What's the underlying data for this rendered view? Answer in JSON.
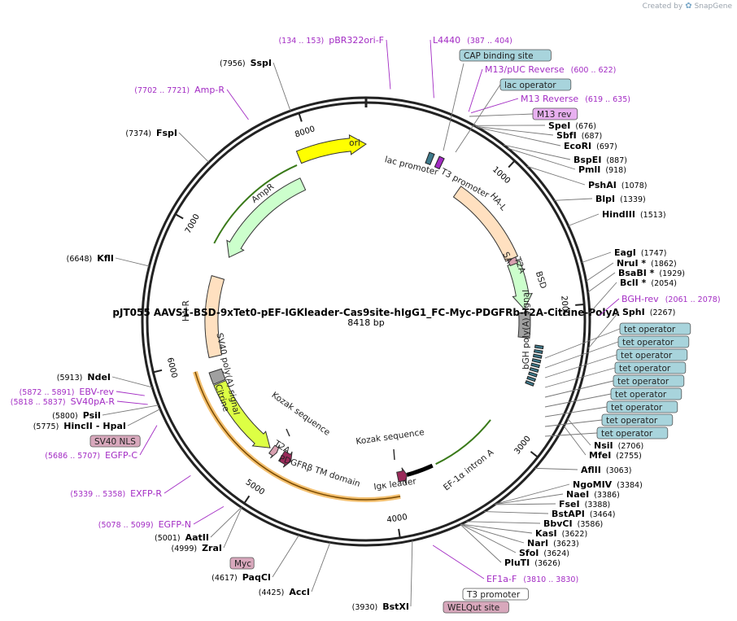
{
  "credit": {
    "prefix": "Created by",
    "brand": "SnapGene"
  },
  "map": {
    "name": "pJT055 AAVS1-BSD-9xTet0-pEF-IGKleader-Cas9site-hIgG1_FC-Myc-PDGFRb-T2A-Citrine-PolyA",
    "length_label": "8418 bp",
    "length": 8418
  },
  "ticks": [
    {
      "bp": 1000,
      "label": "1000"
    },
    {
      "bp": 2000,
      "label": "2000"
    },
    {
      "bp": 3000,
      "label": "3000"
    },
    {
      "bp": 4000,
      "label": "4000"
    },
    {
      "bp": 5000,
      "label": "5000"
    },
    {
      "bp": 6000,
      "label": "6000"
    },
    {
      "bp": 7000,
      "label": "7000"
    },
    {
      "bp": 8000,
      "label": "8000"
    }
  ],
  "sites_right": [
    {
      "name": "SpeI",
      "pos": "(676)"
    },
    {
      "name": "SbfI",
      "pos": "(687)"
    },
    {
      "name": "EcoRI",
      "pos": "(697)"
    },
    {
      "name": "BspEI",
      "pos": "(887)"
    },
    {
      "name": "PmlI",
      "pos": "(918)"
    },
    {
      "name": "PshAI",
      "pos": "(1078)"
    },
    {
      "name": "BlpI",
      "pos": "(1339)"
    },
    {
      "name": "HindIII",
      "pos": "(1513)"
    },
    {
      "name": "EagI",
      "pos": "(1747)"
    },
    {
      "name": "NruI *",
      "pos": "(1862)"
    },
    {
      "name": "BsaBI *",
      "pos": "(1929)"
    },
    {
      "name": "BclI *",
      "pos": "(2054)"
    },
    {
      "name": "SphI",
      "pos": "(2267)"
    },
    {
      "name": "NsiI",
      "pos": "(2706)"
    },
    {
      "name": "MfeI",
      "pos": "(2755)"
    },
    {
      "name": "AflII",
      "pos": "(3063)"
    },
    {
      "name": "NgoMIV",
      "pos": "(3384)"
    },
    {
      "name": "NaeI",
      "pos": "(3386)"
    },
    {
      "name": "FseI",
      "pos": "(3388)"
    },
    {
      "name": "BstAPI",
      "pos": "(3464)"
    },
    {
      "name": "BbvCI",
      "pos": "(3586)"
    },
    {
      "name": "KasI",
      "pos": "(3622)"
    },
    {
      "name": "NarI",
      "pos": "(3623)"
    },
    {
      "name": "SfoI",
      "pos": "(3624)"
    },
    {
      "name": "PluTI",
      "pos": "(3626)"
    }
  ],
  "sites_left": [
    {
      "name": "SspI",
      "pos": "(7956)"
    },
    {
      "name": "FspI",
      "pos": "(7374)"
    },
    {
      "name": "KflI",
      "pos": "(6648)"
    },
    {
      "name": "NdeI",
      "pos": "(5913)"
    },
    {
      "name": "PsiI",
      "pos": "(5800)"
    },
    {
      "name": "HincII - HpaI",
      "pos": "(5775)"
    },
    {
      "name": "AatII",
      "pos": "(5001)"
    },
    {
      "name": "ZraI",
      "pos": "(4999)"
    },
    {
      "name": "PaqCI",
      "pos": "(4617)"
    },
    {
      "name": "AccI",
      "pos": "(4425)"
    },
    {
      "name": "BstXI",
      "pos": "(3930)"
    }
  ],
  "primers": [
    {
      "name": "pBR322ori-F",
      "pos": "(134 .. 153)"
    },
    {
      "name": "L4440",
      "pos": "(387 .. 404)"
    },
    {
      "name": "M13/pUC Reverse",
      "pos": "(600 .. 622)"
    },
    {
      "name": "M13 Reverse",
      "pos": "(619 .. 635)"
    },
    {
      "name": "BGH-rev",
      "pos": "(2061 .. 2078)"
    },
    {
      "name": "EF1a-F",
      "pos": "(3810 .. 3830)"
    },
    {
      "name": "EGFP-N",
      "pos": "(5078 .. 5099)"
    },
    {
      "name": "EXFP-R",
      "pos": "(5339 .. 5358)"
    },
    {
      "name": "EGFP-C",
      "pos": "(5686 .. 5707)"
    },
    {
      "name": "SV40pA-R",
      "pos": "(5818 .. 5837)"
    },
    {
      "name": "EBV-rev",
      "pos": "(5872 .. 5891)"
    },
    {
      "name": "Amp-R",
      "pos": "(7702 .. 7721)"
    }
  ],
  "boxed_features": {
    "cap": "CAP binding site",
    "lac_op": "lac operator",
    "m13rev": "M13 rev",
    "tet_ops": [
      "tet operator",
      "tet operator",
      "tet operator",
      "tet operator",
      "tet operator",
      "tet operator",
      "tet operator",
      "tet operator",
      "tet operator"
    ],
    "sv40nls": "SV40 NLS",
    "myc": "Myc",
    "t3": "T3 promoter",
    "welqut": "WELQut site"
  },
  "features": {
    "ori": "ori",
    "ampr": "AmpR",
    "lac_promoter": "lac promoter",
    "t3_promoter": "T3 promoter",
    "hal": "HA-L",
    "sa": "SA",
    "t2a_1": "T2A",
    "bsd": "BSD",
    "bgh": "bGH poly(A) signal",
    "ef1a": "EF-1α intron A",
    "igk": "Igκ leader",
    "kozak1": "Kozak sequence",
    "kozak2": "Kozak sequence",
    "pdgfrb": "PDGFRβ TM domain",
    "t2a_2": "T2A",
    "citrine": "Citrine",
    "sv40pa": "SV40 poly(A) signal",
    "har": "HA-R"
  },
  "colors": {
    "ori": "#ffff00",
    "ampr": "#ccffcc",
    "homology": "#ffe0c0",
    "bsd": "#ccffcc",
    "polya": "#a0a0a0",
    "citrine": "#ddff44",
    "magenta_feature": "#9a2a5a",
    "pink_feature": "#d8a0b0",
    "tet_blue": "#3e7a8c",
    "primer": "#a32cc4",
    "orange_orf": "#f5d79a"
  }
}
